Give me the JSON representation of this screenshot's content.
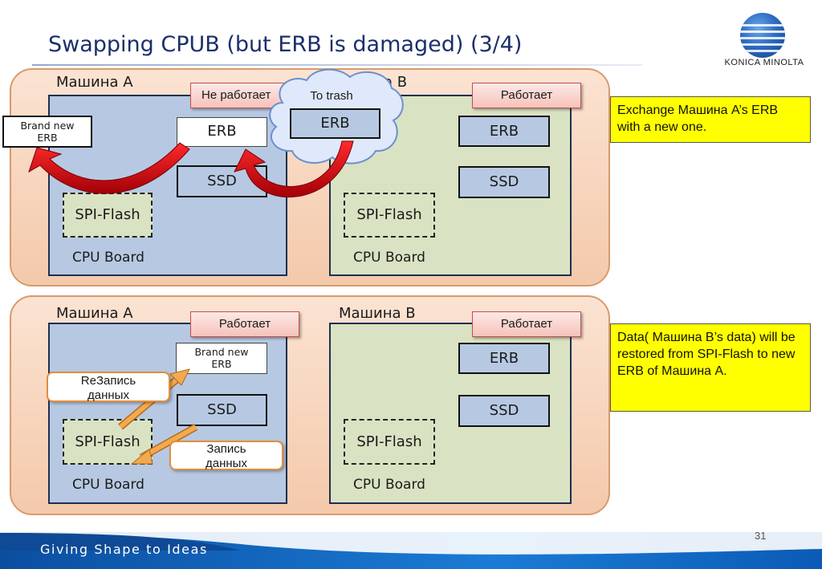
{
  "title": "Swapping CPUB (but ERB is damaged) (3/4)",
  "logo": {
    "text": "KONICA MINOLTA",
    "color": "#2d6cc2"
  },
  "top": {
    "machine_a": "Машина A",
    "machine_b_partial": "а B",
    "status_a": "Не работает",
    "status_b": "Работает",
    "brand_new_erb": "Brand new\nERB",
    "erb_a": "ERB",
    "ssd_a": "SSD",
    "spi_a": "SPI-Flash",
    "cpu_a": "CPU Board",
    "trash_label": "To trash",
    "trash_erb": "ERB",
    "erb_b": "ERB",
    "ssd_b": "SSD",
    "spi_b": "SPI-Flash",
    "cpu_b": "CPU Board",
    "note": "Exchange Машина A’s ERB with a new one."
  },
  "bottom": {
    "machine_a": "Машина A",
    "machine_b": "Машина B",
    "status_a": "Работает",
    "status_b": "Работает",
    "brand_new_erb": "Brand new\nERB",
    "ssd_a": "SSD",
    "spi_a": "SPI-Flash",
    "cpu_a": "CPU Board",
    "rewrite": "ReЗапись\nданных",
    "write": "Запись\nданных",
    "erb_b": "ERB",
    "ssd_b": "SSD",
    "spi_b": "SPI-Flash",
    "cpu_b": "CPU Board",
    "note": "Data( Машина B’s data) will be restored from SPI-Flash to new ERB of Машина A."
  },
  "footer": {
    "text": "Giving Shape to Ideas",
    "page": "31"
  },
  "colors": {
    "arrow_red": "#e0101a",
    "arrow_orange": "#f0a040",
    "note_bg": "#ffff00",
    "title": "#1b2f6b"
  }
}
